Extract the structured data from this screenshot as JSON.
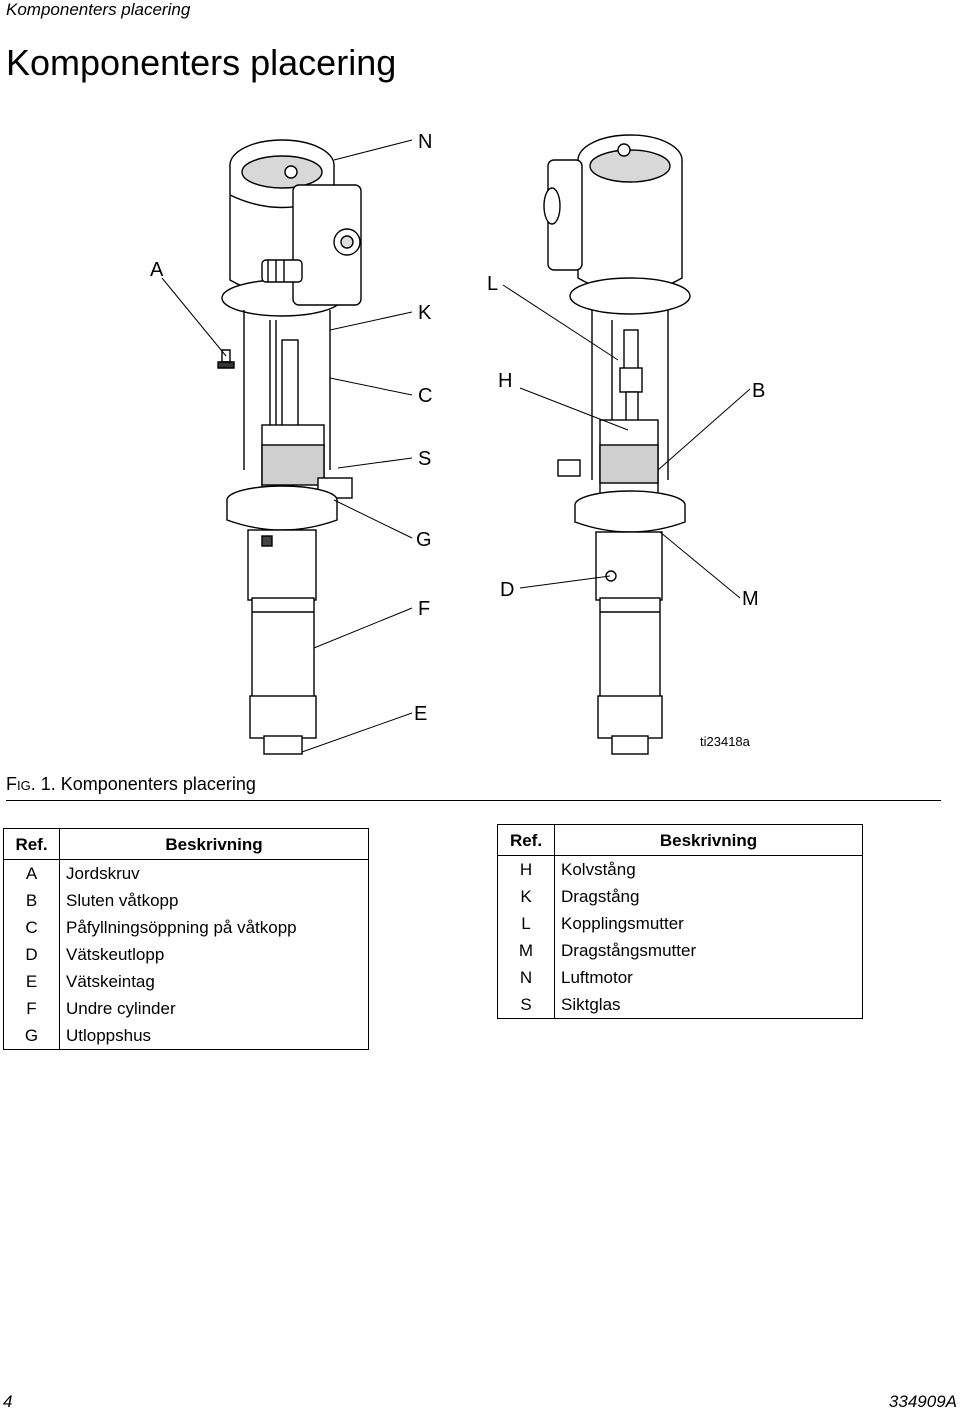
{
  "header": {
    "running_title": "Komponenters placering"
  },
  "page_title": "Komponenters placering",
  "figure": {
    "callouts": {
      "N": "N",
      "A": "A",
      "L": "L",
      "K": "K",
      "C": "C",
      "H": "H",
      "B": "B",
      "S": "S",
      "G": "G",
      "D": "D",
      "F": "F",
      "M": "M",
      "E": "E"
    },
    "image_id": "ti23418a",
    "caption_fi": "F",
    "caption_ig": "IG",
    "caption_text": ". 1. Komponenters placering"
  },
  "table_left": {
    "header_ref": "Ref.",
    "header_desc": "Beskrivning",
    "rows": [
      {
        "ref": "A",
        "desc": "Jordskruv"
      },
      {
        "ref": "B",
        "desc": "Sluten våtkopp"
      },
      {
        "ref": "C",
        "desc": "Påfyllningsöppning på våtkopp"
      },
      {
        "ref": "D",
        "desc": "Vätskeutlopp"
      },
      {
        "ref": "E",
        "desc": "Vätskeintag"
      },
      {
        "ref": "F",
        "desc": "Undre cylinder"
      },
      {
        "ref": "G",
        "desc": "Utloppshus"
      }
    ]
  },
  "table_right": {
    "header_ref": "Ref.",
    "header_desc": "Beskrivning",
    "rows": [
      {
        "ref": "H",
        "desc": "Kolvstång"
      },
      {
        "ref": "K",
        "desc": "Dragstång"
      },
      {
        "ref": "L",
        "desc": "Kopplingsmutter"
      },
      {
        "ref": "M",
        "desc": "Dragstångsmutter"
      },
      {
        "ref": "N",
        "desc": "Luftmotor"
      },
      {
        "ref": "S",
        "desc": "Siktglas"
      }
    ]
  },
  "footer": {
    "page_number": "4",
    "doc_number": "334909A"
  }
}
